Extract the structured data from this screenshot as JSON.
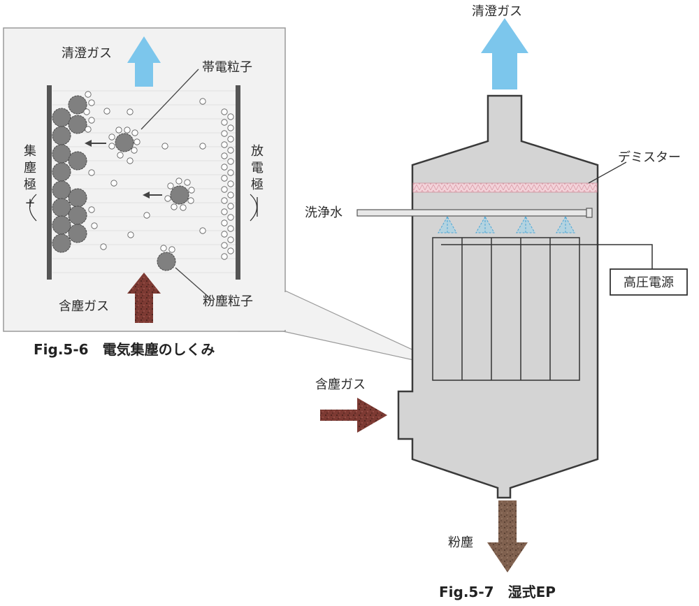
{
  "fig6": {
    "caption": "Fig.5-6　電気集塵のしくみ",
    "clean_gas": "清澄ガス",
    "charged_particle": "帯電粒子",
    "collector_electrode": [
      "集",
      "塵",
      "極",
      "(",
      "+",
      ")"
    ],
    "discharge_electrode": [
      "放",
      "電",
      "極",
      "(",
      "-",
      ")"
    ],
    "dust_gas": "含塵ガス",
    "dust_particle": "粉塵粒子"
  },
  "fig7": {
    "caption": "Fig.5-7　湿式EP",
    "clean_gas": "清澄ガス",
    "demister": "デミスター",
    "wash_water": "洗浄水",
    "power_supply": "高圧電源",
    "dust_gas": "含塵ガス",
    "dust": "粉塵"
  },
  "colors": {
    "clean_arrow": "#7cc6ec",
    "dust_arrow": "#7d3a33",
    "dust_out_arrow": "#80614f",
    "vessel": "#d4d4d4",
    "panel": "#f2f2f2",
    "particle": "#7f7f7f",
    "demister": "#e8b7c0"
  }
}
